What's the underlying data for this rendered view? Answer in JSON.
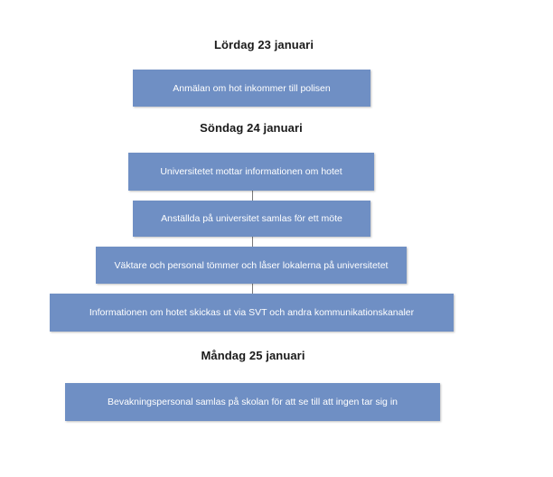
{
  "days": [
    {
      "heading": "Lördag 23 januari",
      "events": [
        "Anmälan om hot inkommer till polisen"
      ]
    },
    {
      "heading": "Söndag 24 januari",
      "events": [
        "Universitetet mottar informationen om hotet",
        "Anställda på universitet samlas för ett möte",
        "Väktare och personal tömmer och låser lokalerna på universitetet",
        "Informationen om hotet skickas ut via SVT och andra kommunikationskanaler"
      ]
    },
    {
      "heading": "Måndag 25 januari",
      "events": [
        "Bevakningspersonal samlas på skolan för att se till att ingen tar sig in"
      ]
    }
  ],
  "colors": {
    "box_fill": "#6f8fc4",
    "box_text": "#ffffff",
    "heading_text": "#1a1a1a",
    "connector": "#7a7a7a"
  }
}
